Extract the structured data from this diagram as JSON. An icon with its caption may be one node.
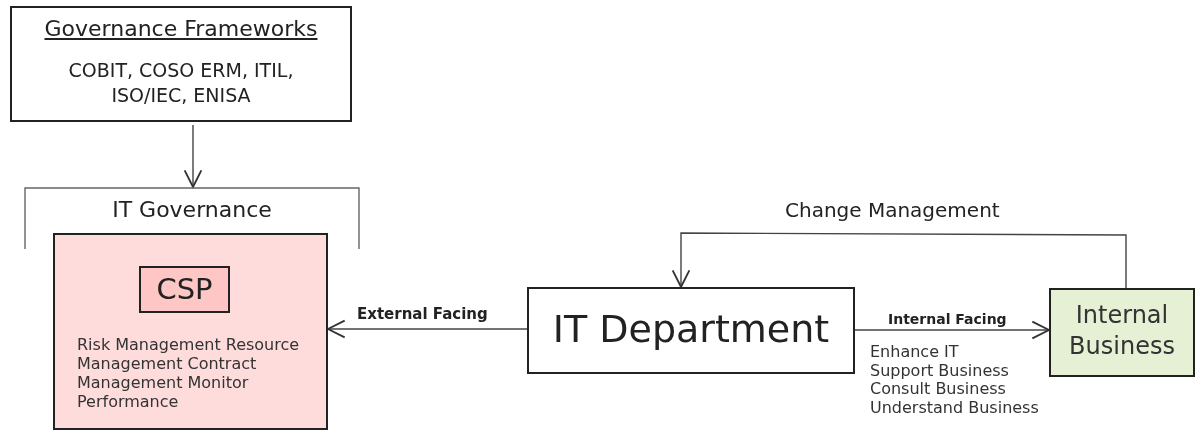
{
  "diagram": {
    "nodes": [
      {
        "text": [
          "Governance Frameworks",
          "COBIT, COSO ERM, ITIL, ISO/IEC, ENISA"
        ]
      },
      {
        "text": [
          "IT Governance"
        ]
      },
      {
        "text": [
          "Risk Management Resource Management Contract Management Monitor Performance"
        ]
      },
      {
        "text": [
          "CSP"
        ],
        "in": 2
      },
      {
        "text": [
          "IT Department"
        ]
      },
      {
        "text": [
          "Internal Business"
        ]
      }
    ],
    "edges": [
      {
        "from": 0,
        "to": 1,
        "arrow": "to"
      },
      {
        "from": 4,
        "to": 2,
        "arrow": "to",
        "label": "External Facing"
      },
      {
        "from": 4,
        "to": 5,
        "arrow": "to",
        "label": "Internal Facing"
      },
      {
        "from": 5,
        "to": 4,
        "arrow": "to",
        "label": "Change Management"
      }
    ],
    "labels": [
      "Enhance IT",
      "Support Business",
      "Consult Business",
      "Understand Business"
    ]
  }
}
